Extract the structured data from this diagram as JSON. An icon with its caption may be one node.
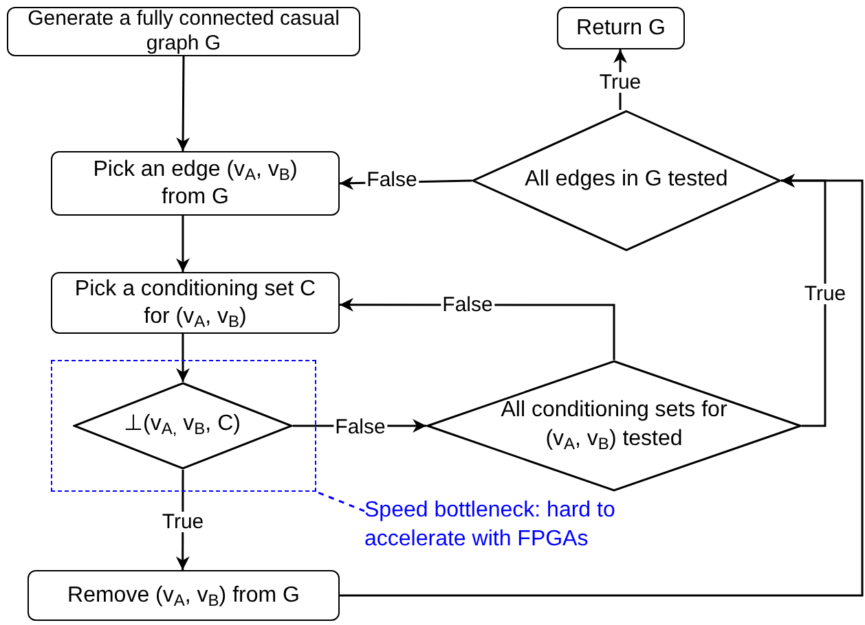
{
  "diagram": {
    "nodes": [
      {
        "text": [
          "Generate a fully connected casual graph G"
        ]
      },
      {
        "text": [
          "Return G"
        ]
      },
      {
        "text": [
          "Pick an edge (v$_{A}$, v$_{B}$) from G"
        ]
      },
      {
        "text": [
          "All edges in G tested"
        ]
      },
      {
        "text": [
          "Pick a conditioning set C for (v$_{A}$, v$_{B}$)"
        ]
      },
      {
        "text": [],
        "shape": "box"
      },
      {
        "text": [
          "⊥(v$_{A,}$ v$_{B}$, C)"
        ],
        "in": 5
      },
      {
        "text": [
          "All conditioning sets for (v$_{A}$, v$_{B}$) tested"
        ]
      },
      {
        "text": [
          "Speed bottleneck: hard to accelerate with FPGAs"
        ]
      },
      {
        "text": [
          "Remove (v$_{A}$, v$_{B}$) from G"
        ]
      }
    ],
    "edges": [
      {
        "from": 0,
        "to": 2,
        "arrow": "to"
      },
      {
        "from": 3,
        "to": 1,
        "arrow": "to",
        "label": "True"
      },
      {
        "from": 3,
        "to": 2,
        "arrow": "to",
        "label": "False"
      },
      {
        "from": 2,
        "to": 4,
        "arrow": "to"
      },
      {
        "from": 4,
        "to": 6,
        "arrow": "to"
      },
      {
        "from": 6,
        "to": 7,
        "arrow": "to",
        "label": "False"
      },
      {
        "from": 7,
        "to": 4,
        "arrow": "to",
        "label": "False"
      },
      {
        "from": 7,
        "to": 3,
        "arrow": "to",
        "label": "True"
      },
      {
        "from": 6,
        "to": 9,
        "arrow": "to",
        "label": "True"
      },
      {
        "from": 9,
        "to": 3,
        "arrow": "to"
      },
      {
        "from": 8,
        "to": 5,
        "arrow": "none",
        "style": "dashed",
        "color": "#0000ff"
      }
    ]
  }
}
